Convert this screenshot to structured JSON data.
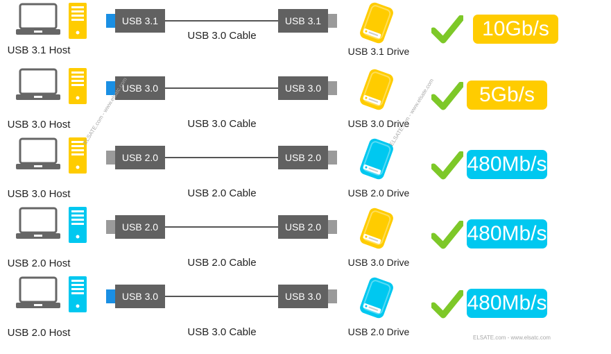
{
  "colors": {
    "yellow": "#FFCC00",
    "cyan": "#00C8F0",
    "usb3_blue": "#1A8FE3",
    "usb2_gray": "#9A9A9A",
    "check_green": "#7DC828",
    "plug_body": "#616161"
  },
  "rows": [
    {
      "host_label": "USB 3.1 Host",
      "host_color": "yellow",
      "plug_left": "USB 3.1",
      "plug_left_tip": "blue",
      "plug_right": "USB 3.1",
      "cable_label": "USB 3.0 Cable",
      "drive_label": "USB 3.1 Drive",
      "drive_color": "yellow",
      "speed": "10Gb/s",
      "speed_color": "yellow"
    },
    {
      "host_label": "USB 3.0 Host",
      "host_color": "yellow",
      "plug_left": "USB 3.0",
      "plug_left_tip": "blue",
      "plug_right": "USB 3.0",
      "cable_label": "USB 3.0 Cable",
      "drive_label": "USB 3.0 Drive",
      "drive_color": "yellow",
      "speed": "5Gb/s",
      "speed_color": "yellow"
    },
    {
      "host_label": "USB 3.0 Host",
      "host_color": "yellow",
      "plug_left": "USB 2.0",
      "plug_left_tip": "gray",
      "plug_right": "USB 2.0",
      "cable_label": "USB 2.0 Cable",
      "drive_label": "USB 2.0 Drive",
      "drive_color": "cyan",
      "speed": "480Mb/s",
      "speed_color": "cyan"
    },
    {
      "host_label": "USB 2.0 Host",
      "host_color": "cyan",
      "plug_left": "USB 2.0",
      "plug_left_tip": "gray",
      "plug_right": "USB 2.0",
      "cable_label": "USB 2.0 Cable",
      "drive_label": "USB 3.0 Drive",
      "drive_color": "yellow",
      "speed": "480Mb/s",
      "speed_color": "cyan"
    },
    {
      "host_label": "USB 2.0 Host",
      "host_color": "cyan",
      "plug_left": "USB 3.0",
      "plug_left_tip": "blue",
      "plug_right": "USB 3.0",
      "cable_label": "USB 3.0 Cable",
      "drive_label": "USB 2.0 Drive",
      "drive_color": "cyan",
      "speed": "480Mb/s",
      "speed_color": "cyan"
    }
  ],
  "watermarks": {
    "diagonal_1": "ELSATE.com - www.elsatc.com",
    "diagonal_2": "ELSATE.com - www.elsate.com",
    "footer": "ELSATE.com - www.elsatc.com"
  },
  "icons": {
    "host": "laptop-icon",
    "tower": "pc-tower-icon",
    "drive": "external-drive-icon",
    "check": "checkmark-icon"
  }
}
